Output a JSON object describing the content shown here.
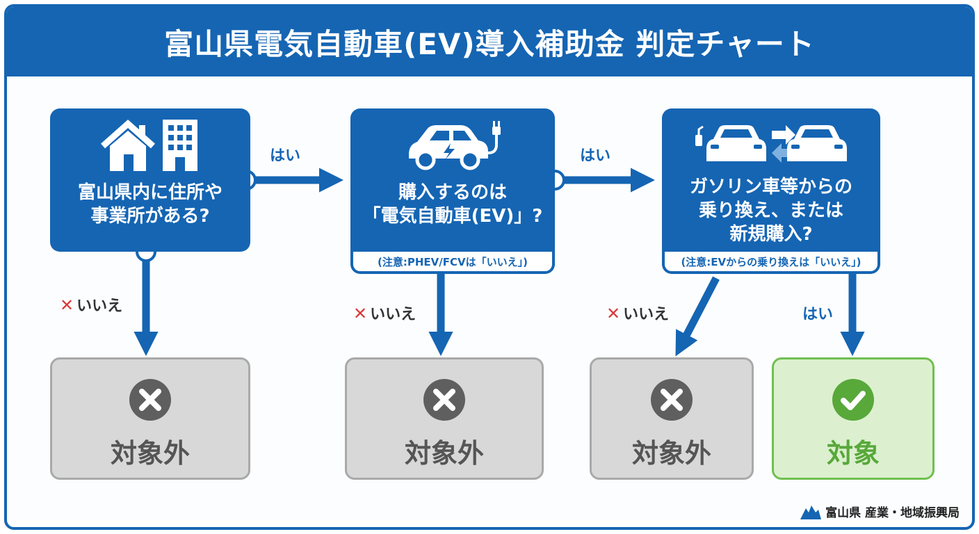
{
  "title": "富山県電気自動車(EV)導入補助金 判定チャート",
  "nodes": [
    {
      "question": [
        "富山県内に住所や",
        "事業所がある?"
      ]
    },
    {
      "question": [
        "購入するのは",
        "「電気自動車(EV)」?"
      ],
      "note": "(注意:PHEV/FCVは「いいえ」)"
    },
    {
      "question": [
        "ガソリン車等からの",
        "乗り換え、または",
        "新規購入?"
      ],
      "note": "(注意:EVからの乗り換えは「いいえ」)"
    }
  ],
  "edges": {
    "yes": "はい",
    "no": "いいえ",
    "no_mark": "✕"
  },
  "results": {
    "excluded": "対象外",
    "eligible": "対象"
  },
  "footer": "富山県 産業・地域振興局",
  "icons": [
    "house-icon",
    "building-icon",
    "ev-car-icon",
    "plug-icon",
    "gas-car-icon",
    "swap-arrows-icon",
    "cross-badge-icon",
    "check-badge-icon",
    "toyama-logo-icon"
  ],
  "colors": {
    "primary": "#1565b3",
    "excluded": "#d8d8d8",
    "eligible": "#dcf0cf",
    "eligible_text": "#58a83a",
    "no_mark": "#d93a3a"
  }
}
